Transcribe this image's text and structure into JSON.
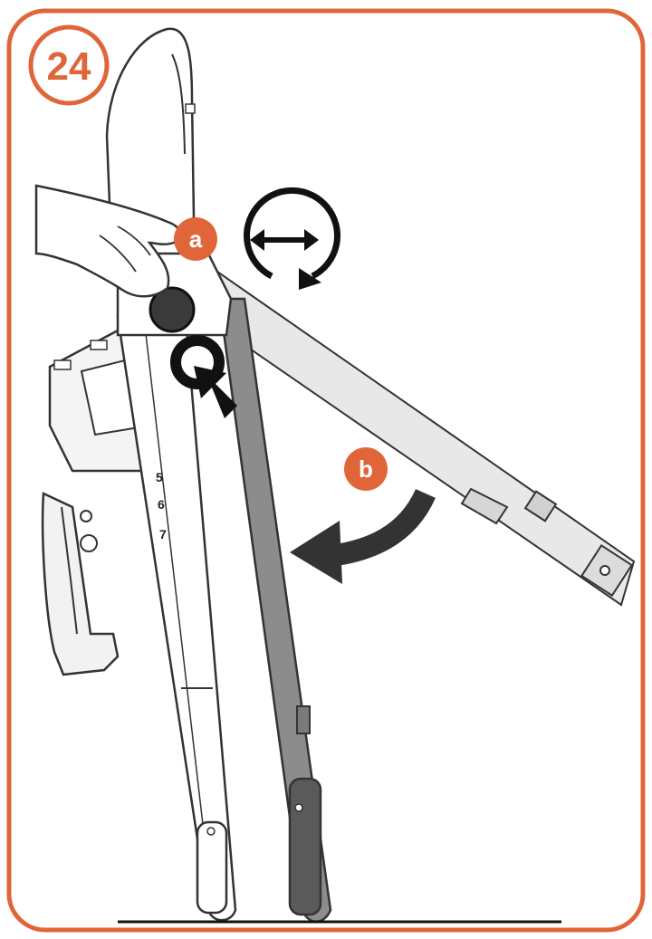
{
  "step": {
    "number": "24"
  },
  "labels": {
    "a": "a",
    "b": "b"
  },
  "seat_height_scale": [
    "5",
    "6",
    "7"
  ],
  "colors": {
    "frame": "#E0663A",
    "badge": "#E0663A",
    "dark_leg": "#8C8C8C",
    "light_leg": "#E8E8E8",
    "ink": "#111111",
    "outline": "#333333"
  },
  "icons": {
    "rotate": "rotate-arrows-icon",
    "press": "press-arrow-icon",
    "swing": "curved-arrow-icon"
  }
}
